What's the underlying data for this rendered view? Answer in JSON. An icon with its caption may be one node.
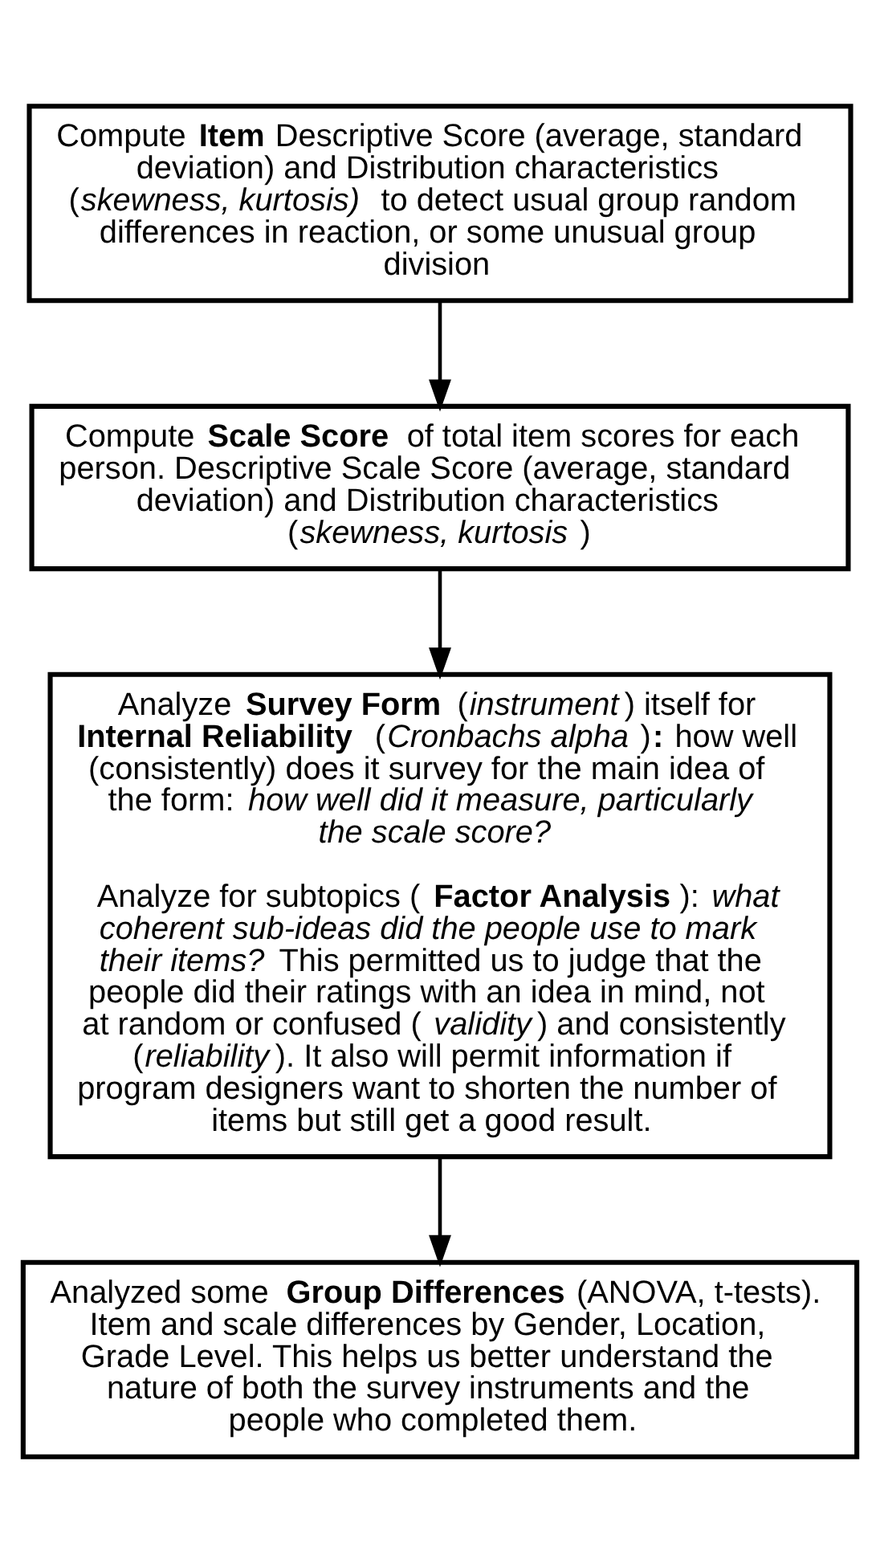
{
  "diagram": {
    "nodes": [
      {
        "text": [
          "Compute **Item** Descriptive Score (average, standard deviation) and Distribution characteristics (*skewness, kurtosis)* to detect usual group random differences in reaction, or some unusual group division"
        ]
      },
      {
        "text": [
          "Compute **Scale Score** of total item scores for each person. Descriptive Scale Score (average, standard deviation) and Distribution characteristics (*skewness, kurtosis*)"
        ]
      },
      {
        "text": [
          "Analyze **Survey Form** (*instrument*) itself for **Internal Reliability** (*Cronbachs alpha*)**:** how well (consistently) does it survey for the main idea of the form: *how well did it measure, particularly the scale score?*",
          "Analyze for subtopics (**Factor Analysis**): *what coherent sub-ideas did the people use to mark their items?* This permitted us to judge that the people did their ratings with an idea in mind, not at random or confused (*validity*) and consistently (*reliability*). It also will permit information if program designers want to shorten the number of items but still get a good result."
        ]
      },
      {
        "text": [
          "Analyzed some **Group Differences**(ANOVA, t-tests). Item and scale differences by Gender, Location, Grade Level. This helps us better understand the nature of both the survey instruments and the people who completed them."
        ]
      }
    ],
    "edges": [
      {
        "from": 0,
        "to": 1,
        "arrow": "to"
      },
      {
        "from": 1,
        "to": 2,
        "arrow": "to"
      },
      {
        "from": 2,
        "to": 3,
        "arrow": "to"
      }
    ]
  }
}
